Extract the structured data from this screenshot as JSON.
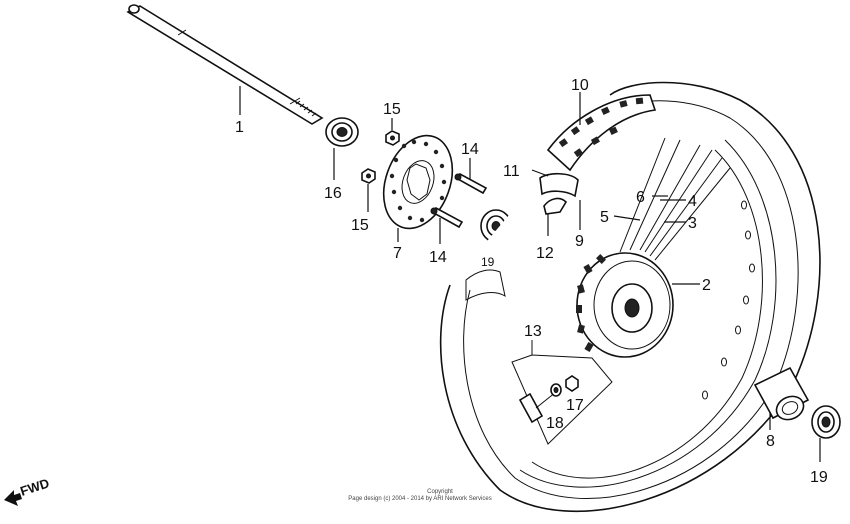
{
  "callouts": {
    "c1": "1",
    "c2": "2",
    "c3": "3",
    "c4": "4",
    "c5": "5",
    "c6": "6",
    "c7": "7",
    "c8": "8",
    "c9": "9",
    "c10": "10",
    "c11": "11",
    "c12": "12",
    "c13": "13",
    "c14a": "14",
    "c14b": "14",
    "c15a": "15",
    "c15b": "15",
    "c16": "16",
    "c17": "17",
    "c18": "18",
    "c19a": "19",
    "c19b": "19"
  },
  "direction_label": "FWD",
  "copyright": {
    "line1": "Copyright",
    "line2": "Page design (c) 2004 - 2014 by ARI Network Services"
  },
  "colors": {
    "ink": "#111111",
    "background": "#ffffff"
  }
}
